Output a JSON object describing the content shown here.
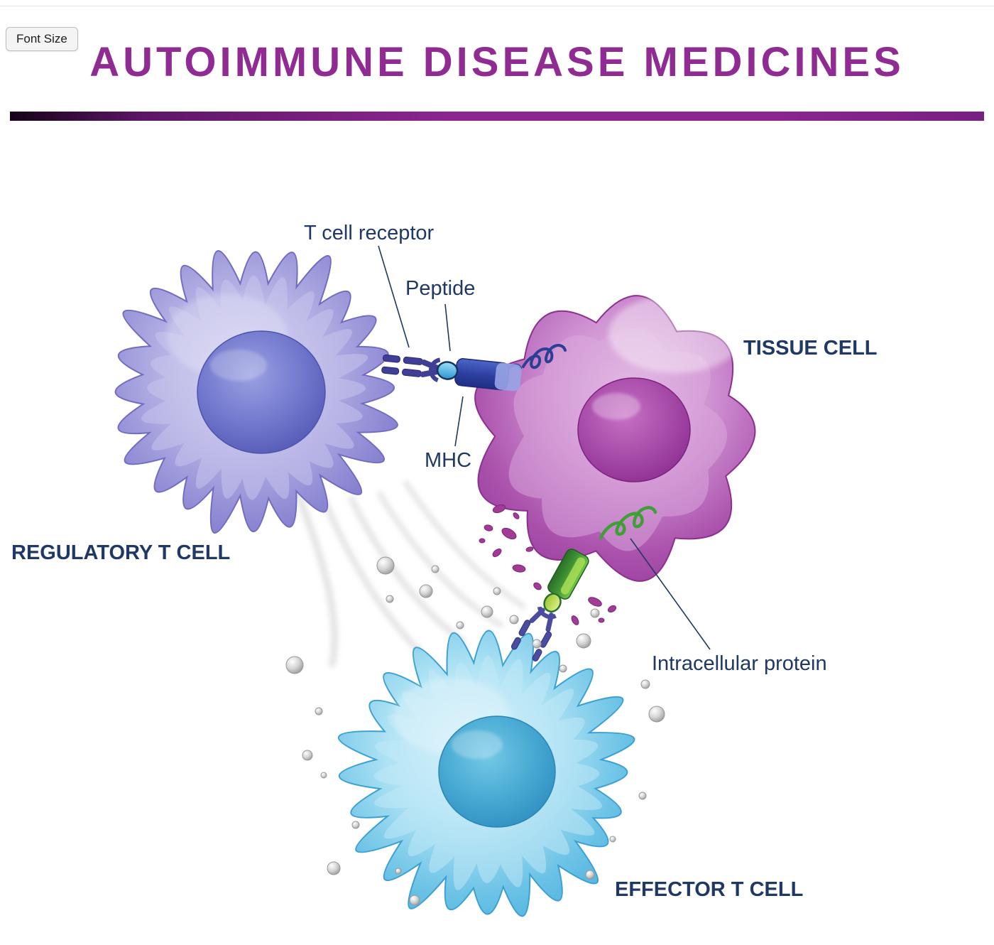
{
  "header": {
    "font_size_button": "Font Size",
    "title": "AUTOIMMUNE DISEASE MEDICINES"
  },
  "labels": {
    "t_cell_receptor": "T cell receptor",
    "peptide": "Peptide",
    "mhc": "MHC",
    "tissue_cell": "TISSUE CELL",
    "regulatory_t_cell": "REGULATORY T CELL",
    "intracellular_protein": "Intracellular protein",
    "effector_t_cell": "EFFECTOR T CELL"
  },
  "colors": {
    "title": "#8f2b92",
    "divider_left": "#160219",
    "divider_right": "#8c2590",
    "label_text": "#1f3864",
    "regulatory_cell_body": "#8a85d0",
    "regulatory_cell_nucleus": "#565cb8",
    "tissue_cell_body": "#a84ba8",
    "tissue_cell_nucleus": "#8f2c92",
    "effector_cell_body": "#58b9e2",
    "effector_cell_nucleus": "#2e8ec2",
    "mhc_complex": "#2c3f9e",
    "peptide_blue": "#2e9ad0",
    "receptor_green": "#3c8f33",
    "peptide_green": "#9cc92f"
  }
}
